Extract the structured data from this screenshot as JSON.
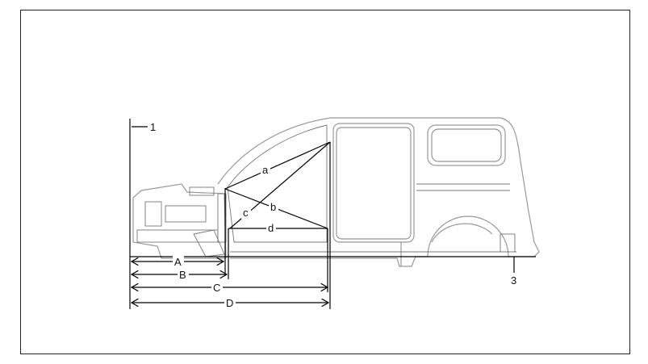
{
  "diagram": {
    "callouts": {
      "datum_front": "1",
      "datum_ground": "3"
    },
    "diagonals": {
      "a": "a",
      "b": "b",
      "c": "c",
      "d": "d"
    },
    "dimensions": {
      "A": "A",
      "B": "B",
      "C": "C",
      "D": "D"
    }
  }
}
